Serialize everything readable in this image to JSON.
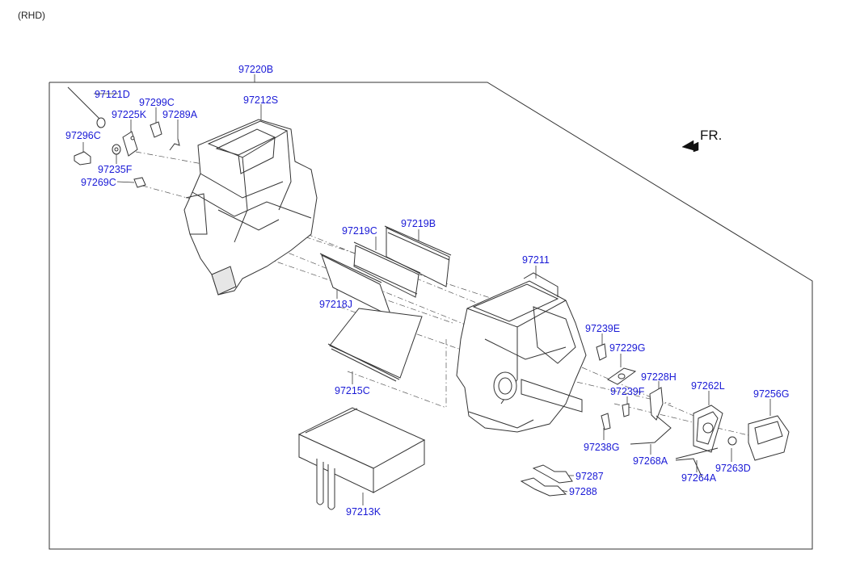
{
  "header": {
    "note": "(RHD)",
    "direction": "FR."
  },
  "parts": [
    {
      "id": "p1",
      "code": "97220B"
    },
    {
      "id": "p2",
      "code": "97121D"
    },
    {
      "id": "p3",
      "code": "97299C"
    },
    {
      "id": "p4",
      "code": "97212S"
    },
    {
      "id": "p5",
      "code": "97225K"
    },
    {
      "id": "p6",
      "code": "97289A"
    },
    {
      "id": "p7",
      "code": "97296C"
    },
    {
      "id": "p8",
      "code": "97235F"
    },
    {
      "id": "p9",
      "code": "97269C"
    },
    {
      "id": "p10",
      "code": "97219C"
    },
    {
      "id": "p11",
      "code": "97219B"
    },
    {
      "id": "p12",
      "code": "97211"
    },
    {
      "id": "p13",
      "code": "97218J"
    },
    {
      "id": "p14",
      "code": "97239E"
    },
    {
      "id": "p15",
      "code": "97229G"
    },
    {
      "id": "p16",
      "code": "97228H"
    },
    {
      "id": "p17",
      "code": "97262L"
    },
    {
      "id": "p18",
      "code": "97256G"
    },
    {
      "id": "p19",
      "code": "97239F"
    },
    {
      "id": "p20",
      "code": "97215C"
    },
    {
      "id": "p21",
      "code": "97238G"
    },
    {
      "id": "p22",
      "code": "97268A"
    },
    {
      "id": "p23",
      "code": "97263D"
    },
    {
      "id": "p24",
      "code": "97287"
    },
    {
      "id": "p25",
      "code": "97264A"
    },
    {
      "id": "p26",
      "code": "97288"
    },
    {
      "id": "p27",
      "code": "97213K"
    }
  ]
}
